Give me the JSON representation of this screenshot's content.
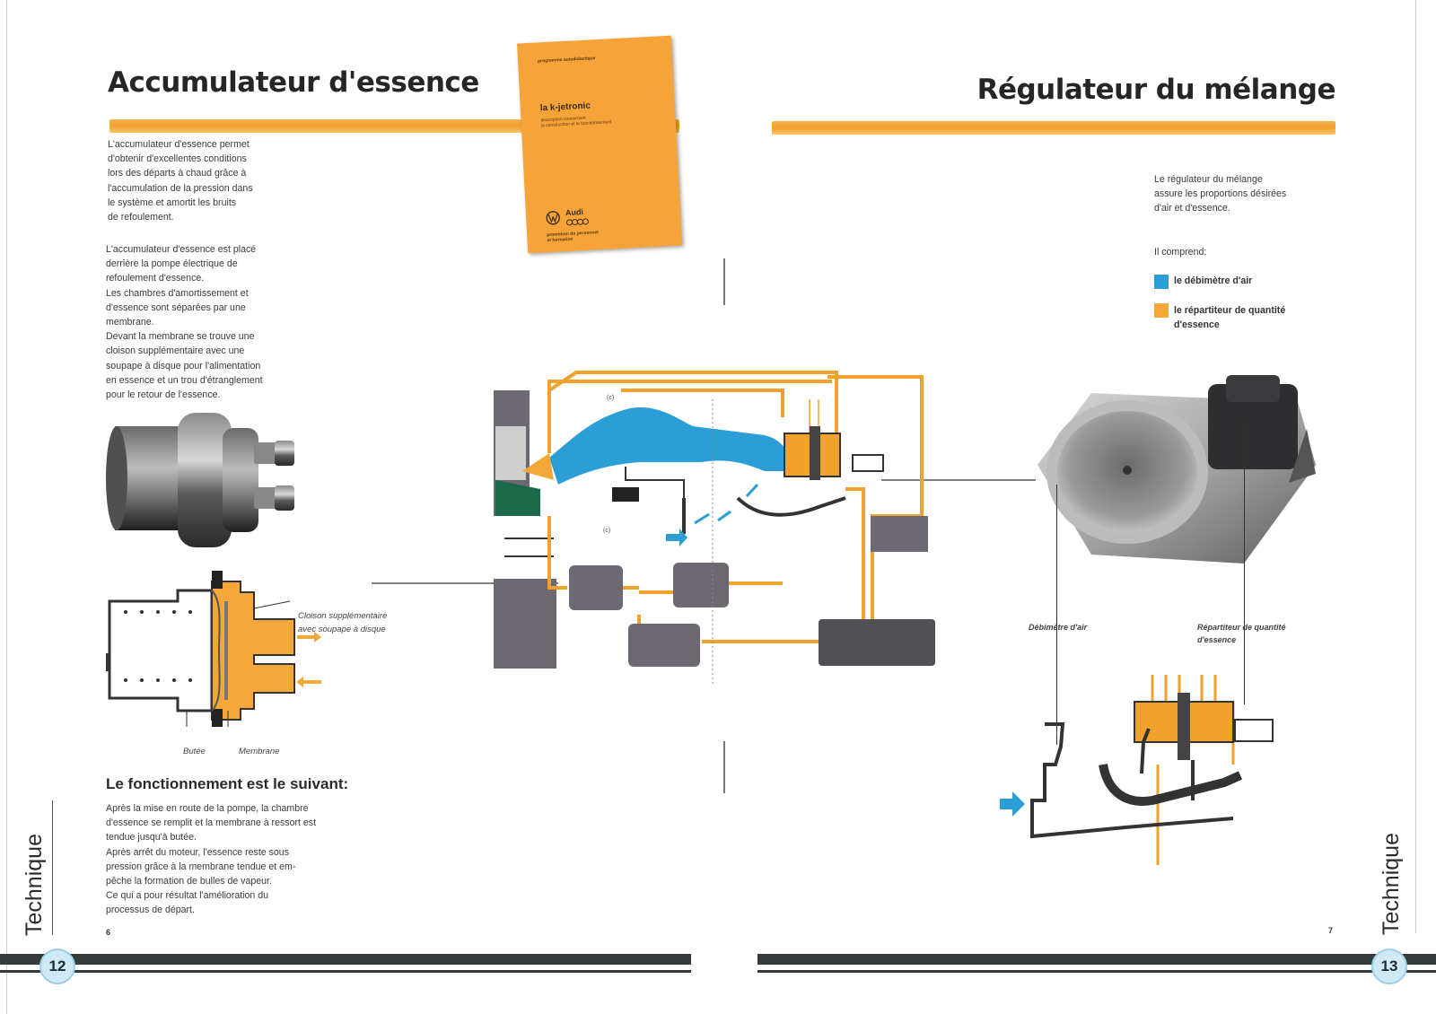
{
  "left_page": {
    "title": "Accumulateur d'essence",
    "intro_lines": [
      "L'accumulateur d'essence permet",
      "d'obtenir d'excellentes conditions",
      "lors des départs à chaud grâce à",
      "l'accumulation de la pression dans",
      "le système et amortit les bruits",
      "de refoulement."
    ],
    "detail_lines": [
      "L'accumulateur d'essence est placé",
      "derrière la pompe électrique de",
      "refoulement d'essence.",
      "Les chambres d'amortissement et",
      "d'essence sont séparées par une",
      "membrane.",
      "Devant la membrane se trouve une",
      "cloison supplémentaire avec une",
      "soupape à disque pour l'alimentation",
      "en essence et un trou d'étranglement",
      "pour le retour de l'essence."
    ],
    "diagram_labels": {
      "cloison": "Cloison supplémentaire",
      "cloison2": "avec soupape à disque",
      "butee": "Butée",
      "membrane": "Membrane"
    },
    "subheading": "Le fonctionnement est le suivant:",
    "function_lines": [
      "Après la mise en route de la pompe, la chambre",
      "d'essence se remplit et la membrane à ressort est",
      "tendue jusqu'à butée.",
      "Après arrêt du moteur, l'essence reste sous",
      "pression grâce à la membrane tendue et em-",
      "pêche la formation de bulles de vapeur.",
      "Ce qui a pour résultat l'amélioration du",
      "processus de départ."
    ],
    "page_number": "6",
    "side_label": "Technique",
    "badge_number": "12"
  },
  "book_cover": {
    "top": "programme autodidactique",
    "title": "la k-jetronic",
    "desc1": "description concernant",
    "desc2": "la construction et le fonctionnement",
    "brand": "Audi",
    "footer1": "promotion du personnel",
    "footer2": "et formation"
  },
  "center_diagram": {
    "label_a": "(c)",
    "label_b": "(c)"
  },
  "right_page": {
    "title": "Régulateur du mélange",
    "intro_lines": [
      "Le régulateur du mélange",
      "assure les proportions désirées",
      "d'air et d'essence."
    ],
    "comprend": "Il comprend:",
    "legend": [
      {
        "label": "le débimètre d'air",
        "color": "#2b9ed6"
      },
      {
        "label": "le répartiteur de quantité d'essence",
        "color": "#f4a83a"
      }
    ],
    "photo_labels": {
      "debimetre": "Débimètre d'air",
      "repartiteur1": "Répartiteur de quantité",
      "repartiteur2": "d'essence"
    },
    "page_number": "7",
    "side_label": "Technique",
    "badge_number": "13"
  },
  "colors": {
    "orange": "#f0a22d",
    "blue": "#2b9ed6",
    "dark": "#343b3a",
    "grey_part": "#6e6872"
  }
}
